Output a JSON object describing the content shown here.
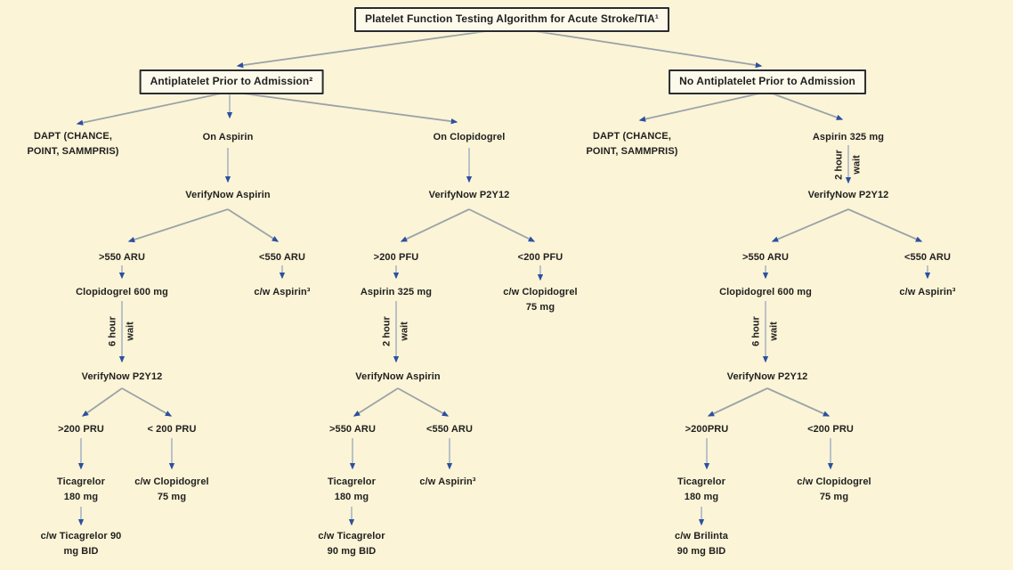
{
  "colors": {
    "background": "#FBF4D6",
    "line": "#9AA3A8",
    "shaft": "#A9B6C4",
    "arrowhead": "#2B50A1",
    "box_border": "#2B2B2B",
    "box_fill": "#FDFAEC",
    "text": "#1F1F1F"
  },
  "nodes": {
    "title": "Platelet Function Testing Algorithm for Acute Stroke/TIA¹",
    "hdr_left": "Antiplatelet Prior to Admission²",
    "hdr_right": "No Antiplatelet Prior to Admission",
    "dapt_left": "DAPT (CHANCE,\nPOINT, SAMMPRIS)",
    "on_aspirin": "On Aspirin",
    "on_clopidogrel": "On Clopidogrel",
    "dapt_right": "DAPT (CHANCE,\nPOINT, SAMMPRIS)",
    "aspirin325_right": "Aspirin 325 mg",
    "vn_aspirin_left": "VerifyNow Aspirin",
    "vn_p2y12_mid": "VerifyNow P2Y12",
    "vn_p2y12_right": "VerifyNow P2Y12",
    "gt550_left": ">550 ARU",
    "lt550_left": "<550 ARU",
    "gt200pfu_mid": ">200 PFU",
    "lt200pfu_mid": "<200 PFU",
    "gt550_right": ">550 ARU",
    "lt550_right": "<550 ARU",
    "clop600_left": "Clopidogrel 600 mg",
    "cw_aspirin_left": "c/w Aspirin³",
    "aspirin325_mid": "Aspirin 325 mg",
    "cw_clop_mid": "c/w Clopidogrel\n75 mg",
    "clop600_right": "Clopidogrel 600 mg",
    "cw_aspirin_right": "c/w Aspirin³",
    "vn_p2y12_left2": "VerifyNow P2Y12",
    "vn_aspirin_mid2": "VerifyNow Aspirin",
    "vn_p2y12_right2": "VerifyNow P2Y12",
    "gt200pru_left": ">200 PRU",
    "lt200pru_left": "< 200 PRU",
    "gt550_mid2": ">550 ARU",
    "lt550_mid2": "<550 ARU",
    "gt200pru_right": ">200PRU",
    "lt200pru_right": "<200 PRU",
    "ticagrelor_left": "Ticagrelor\n180 mg",
    "cw_clop_left": "c/w Clopidogrel\n75 mg",
    "ticagrelor_mid": "Ticagrelor\n180 mg",
    "cw_aspirin_mid2": "c/w Aspirin³",
    "ticagrelor_right": "Ticagrelor\n180 mg",
    "cw_clop_right": "c/w Clopidogrel\n75 mg",
    "cw_ticagrelor_left": "c/w Ticagrelor 90\nmg BID",
    "cw_ticagrelor_mid": "c/w Ticagrelor\n90 mg BID",
    "cw_brilinta_right": "c/w Brilinta\n90 mg BID"
  },
  "wait_labels": {
    "two_hour": "2 hour",
    "six_hour": "6 hour",
    "wait": "wait"
  }
}
